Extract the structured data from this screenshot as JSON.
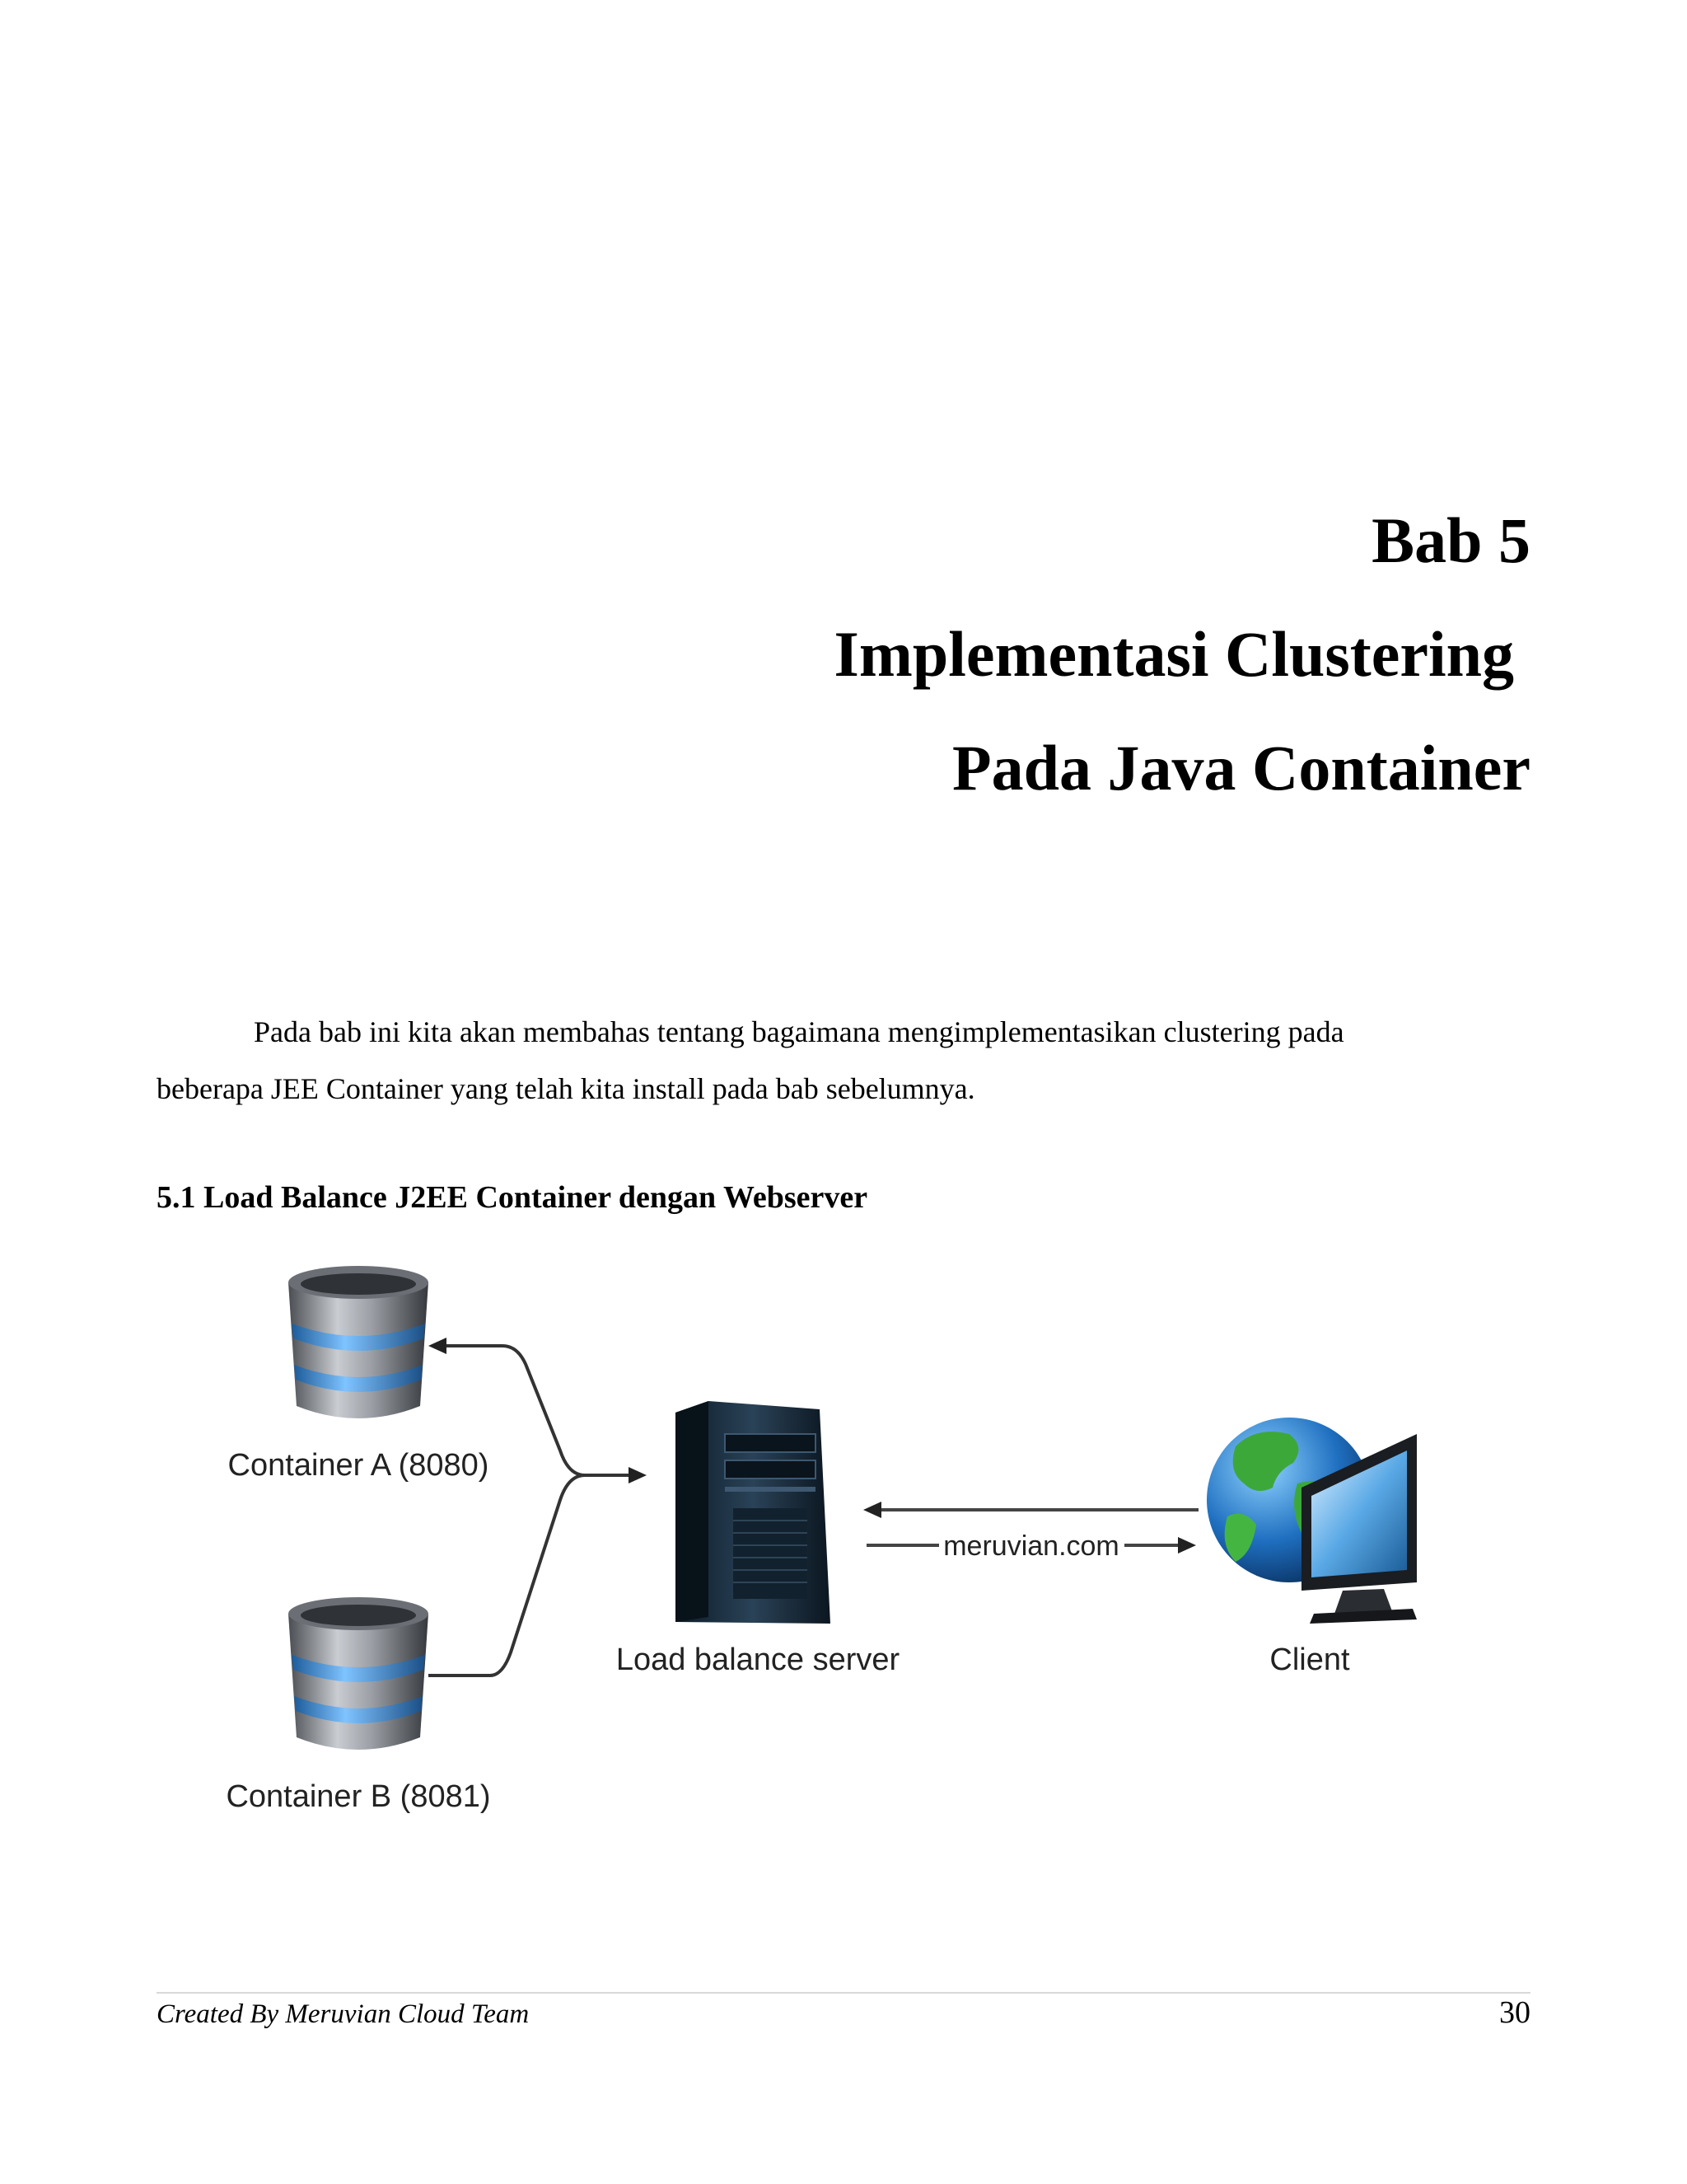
{
  "chapter": {
    "number": "Bab 5",
    "title_line_1": "Implementasi Clustering",
    "title_line_2": "Pada Java Container"
  },
  "intro": {
    "line_1": "Pada bab ini kita akan membahas tentang bagaimana mengimplementasikan clustering pada",
    "line_2": "beberapa JEE Container yang telah kita install pada bab sebelumnya."
  },
  "section": {
    "heading": "5.1 Load Balance J2EE Container dengan Webserver"
  },
  "diagram": {
    "container_a": "Container A (8080)",
    "container_b": "Container B (8081)",
    "load_balancer": "Load balance server",
    "client": "Client",
    "domain_label": "meruvian.com",
    "icons": [
      "database-icon",
      "database-icon",
      "server-tower-icon",
      "globe-icon",
      "monitor-icon"
    ]
  },
  "footer": {
    "credit": "Created By Meruvian Cloud Team",
    "page_number": "30"
  }
}
